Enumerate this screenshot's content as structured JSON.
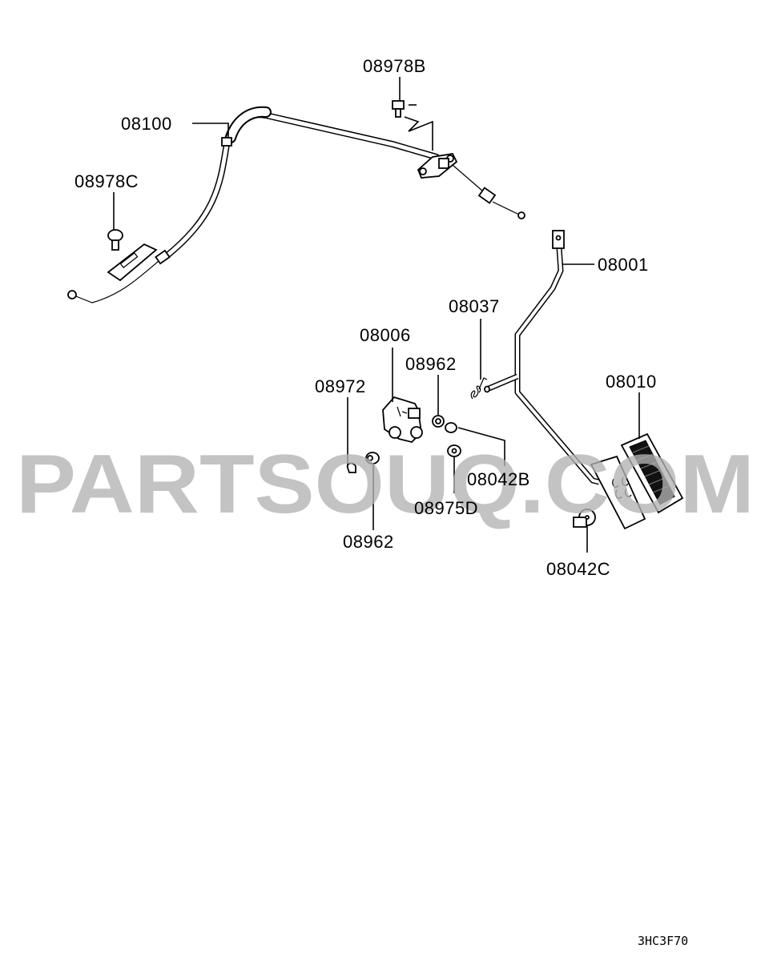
{
  "callouts": [
    {
      "id": "08978B",
      "label": "08978B"
    },
    {
      "id": "08100",
      "label": "08100"
    },
    {
      "id": "08978C",
      "label": "08978C"
    },
    {
      "id": "08001",
      "label": "08001"
    },
    {
      "id": "08037",
      "label": "08037"
    },
    {
      "id": "08006",
      "label": "08006"
    },
    {
      "id": "08962a",
      "label": "08962"
    },
    {
      "id": "08972",
      "label": "08972"
    },
    {
      "id": "08010",
      "label": "08010"
    },
    {
      "id": "08042B",
      "label": "08042B"
    },
    {
      "id": "08975D",
      "label": "08975D"
    },
    {
      "id": "08962b",
      "label": "08962"
    },
    {
      "id": "08042C",
      "label": "08042C"
    }
  ],
  "watermark": "PARTSOUQ.COM",
  "diagram_code": "3HC3F70"
}
